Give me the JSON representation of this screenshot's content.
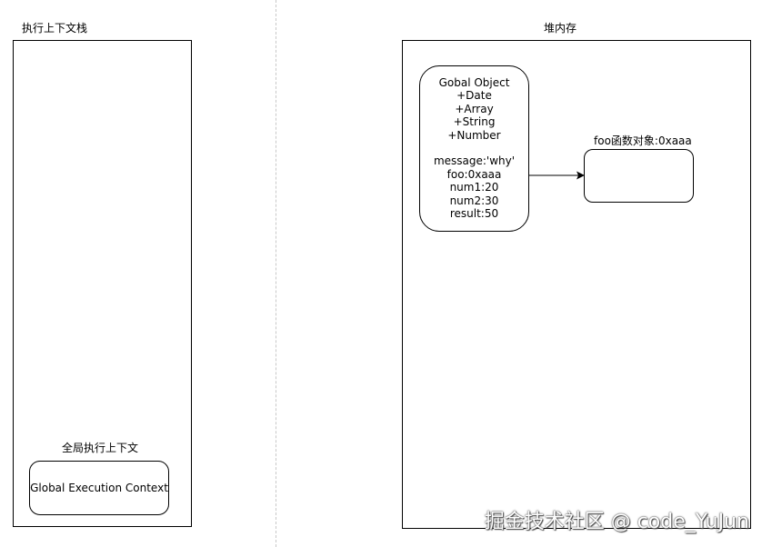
{
  "stack": {
    "title": "执行上下文栈",
    "global_ctx_label": "全局执行上下文",
    "global_ctx_box": "Global Execution Context"
  },
  "heap": {
    "title": "堆内存",
    "global_object_lines": [
      "Gobal Object",
      "+Date",
      "+Array",
      "+String",
      "+Number",
      "",
      "message:'why'",
      "foo:0xaaa",
      "num1:20",
      "num2:30",
      "result:50"
    ],
    "foo_object_label": "foo函数对象:0xaaa"
  },
  "watermark": "掘金技术社区 @ code_YuJun"
}
